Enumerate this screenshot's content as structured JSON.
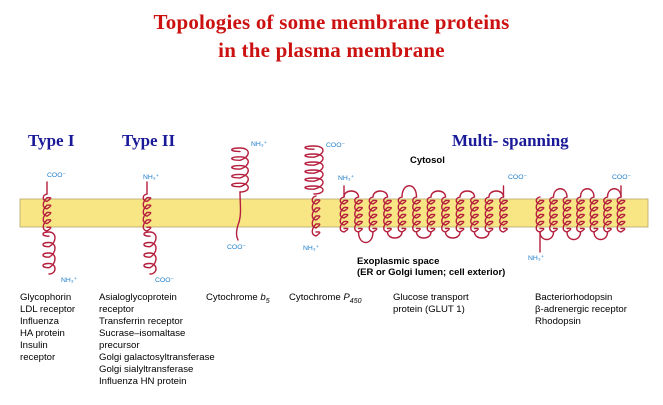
{
  "title": {
    "line1": "Topologies of some membrane proteins",
    "line2": "in the plasma membrane"
  },
  "colors": {
    "title": "#cc1111",
    "type_label": "#1a1a99",
    "membrane_fill": "#f8e684",
    "membrane_edge": "#b5a66a",
    "protein": "#b51e3c",
    "terminus_label": "#1b7ccc",
    "text": "#000000"
  },
  "type_labels": {
    "type1": "Type I",
    "type2": "Type II",
    "multi": "Multi- spanning"
  },
  "regions": {
    "cytosol": "Cytosol",
    "exoplasmic_line1": "Exoplasmic space",
    "exoplasmic_line2": "(ER or Golgi lumen; cell exterior)"
  },
  "termini": {
    "coo": "COO⁻",
    "nh3": "NH₃⁺"
  },
  "examples": {
    "type1": [
      "Glycophorin",
      "LDL receptor",
      "Influenza",
      "HA protein",
      "Insulin",
      "receptor"
    ],
    "type2": [
      "Asialoglycoprotein",
      "receptor",
      "Transferrin receptor",
      "Sucrase–isomaltase",
      "precursor",
      "Golgi galactosyltransferase",
      "Golgi sialyltransferase",
      "Influenza HN protein"
    ],
    "cyt_b5": {
      "name": "Cytochrome ",
      "sub": "b",
      "subscript": "5"
    },
    "cyt_p450": {
      "name": "Cytochrome ",
      "sub": "P",
      "subscript": "450"
    },
    "glut": [
      "Glucose transport",
      "protein (GLUT 1)"
    ],
    "multi": [
      "Bacteriorhodopsin",
      "β-adrenergic receptor",
      "Rhodopsin"
    ]
  }
}
